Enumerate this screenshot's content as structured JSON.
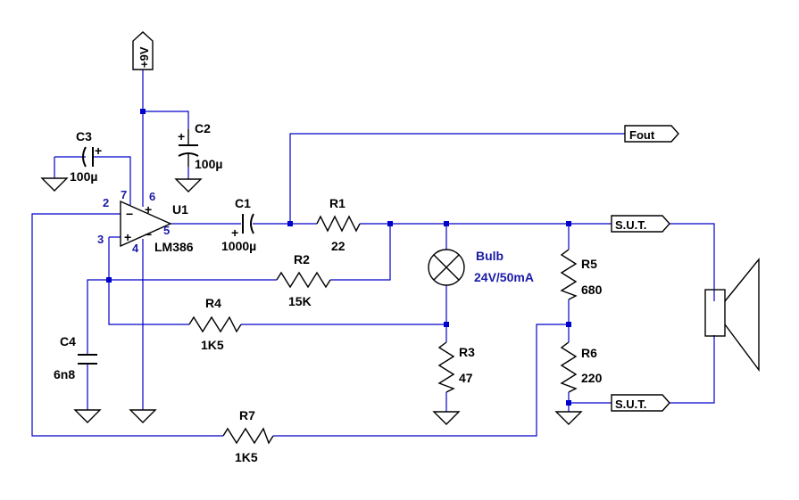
{
  "supply": {
    "label": "+9V"
  },
  "opamp": {
    "ref": "U1",
    "model": "LM386",
    "pins": {
      "p2": "2",
      "p3": "3",
      "p4": "4",
      "p5": "5",
      "p6": "6",
      "p7": "7"
    }
  },
  "components": {
    "C1": {
      "ref": "C1",
      "value": "1000µ"
    },
    "C2": {
      "ref": "C2",
      "value": "100µ"
    },
    "C3": {
      "ref": "C3",
      "value": "100µ"
    },
    "C4": {
      "ref": "C4",
      "value": "6n8"
    },
    "R1": {
      "ref": "R1",
      "value": "22"
    },
    "R2": {
      "ref": "R2",
      "value": "15K"
    },
    "R3": {
      "ref": "R3",
      "value": "47"
    },
    "R4": {
      "ref": "R4",
      "value": "1K5"
    },
    "R5": {
      "ref": "R5",
      "value": "680"
    },
    "R6": {
      "ref": "R6",
      "value": "220"
    },
    "R7": {
      "ref": "R7",
      "value": "1K5"
    },
    "Bulb": {
      "ref": "Bulb",
      "value": "24V/50mA"
    }
  },
  "ports": {
    "fout": "Fout",
    "sut_top": "S.U.T.",
    "sut_bottom": "S.U.T."
  },
  "polarity": {
    "plus": "+"
  }
}
